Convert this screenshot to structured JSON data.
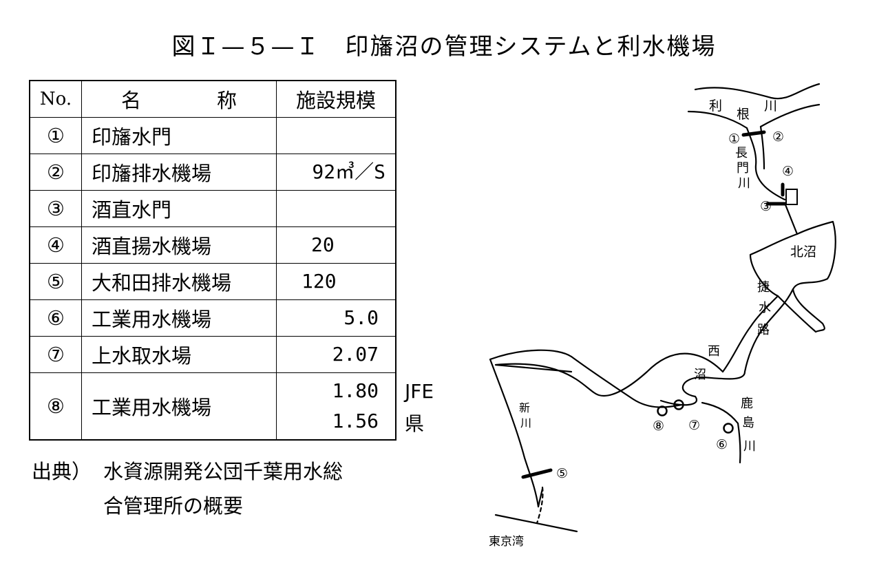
{
  "title": "図Ｉ—５—Ｉ　印旛沼の管理システムと利水機場",
  "table": {
    "headers": {
      "no": "No.",
      "name_1": "名",
      "name_2": "称",
      "scale": "施設規模"
    },
    "rows": [
      {
        "no": "①",
        "name": "印旛水門",
        "scale": ""
      },
      {
        "no": "②",
        "name": "印旛排水機場",
        "scale": "92㎥／S"
      },
      {
        "no": "③",
        "name": "酒直水門",
        "scale": ""
      },
      {
        "no": "④",
        "name": "酒直揚水機場",
        "scale": "20"
      },
      {
        "no": "⑤",
        "name": "大和田排水機場",
        "scale": "120"
      },
      {
        "no": "⑥",
        "name": "工業用水機場",
        "scale": "5.0"
      },
      {
        "no": "⑦",
        "name": "上水取水場",
        "scale": "2.07"
      },
      {
        "no": "⑧",
        "name": "工業用水機場",
        "scale": "1.80",
        "scale_2": "1.56"
      }
    ],
    "side_notes": {
      "jfe": "JFE",
      "ken": "県"
    }
  },
  "source": {
    "label": "出典）",
    "line1": "水資源開発公団千葉用水総",
    "line2": "合管理所の概要"
  },
  "map": {
    "labels": {
      "tone_1": "利",
      "tone_2": "根",
      "tone_3": "川",
      "nagato_1": "長",
      "nagato_2": "門",
      "nagato_3": "川",
      "kitanuma": "北沼",
      "shosui_1": "捷",
      "shosui_2": "水",
      "shosui_3": "路",
      "nishi_1": "西",
      "nishi_2": "沼",
      "kashima_1": "鹿",
      "kashima_2": "島",
      "kashima_3": "川",
      "shin_1": "新",
      "shin_2": "川",
      "tokyo_bay": "東京湾"
    },
    "markers": {
      "m1": "①",
      "m2": "②",
      "m3": "③",
      "m4": "④",
      "m5": "⑤",
      "m6": "⑥",
      "m7": "⑦",
      "m8": "⑧"
    }
  }
}
